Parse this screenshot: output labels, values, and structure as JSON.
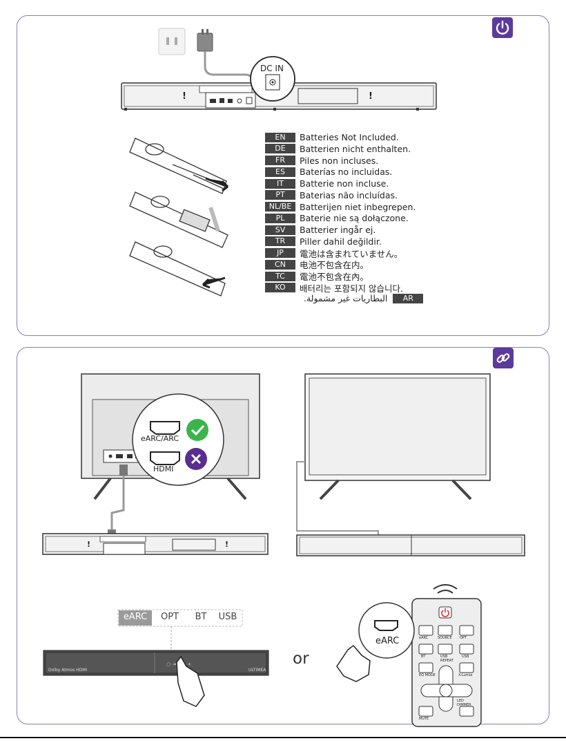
{
  "colors": {
    "accent": "#5b3a9c",
    "check": "#3bb54a",
    "cross": "#5b2d8e",
    "dark_tag": "#444444",
    "power_red": "#e0242b"
  },
  "power_section": {
    "icon": "power-icon",
    "dc_in_label": "DC IN",
    "languages": [
      {
        "code": "EN",
        "text": "Batteries Not Included."
      },
      {
        "code": "DE",
        "text": "Batterien nicht enthalten."
      },
      {
        "code": "FR",
        "text": "Piles non incluses."
      },
      {
        "code": "ES",
        "text": "Baterías no incluidas."
      },
      {
        "code": "IT",
        "text": "Batterie non incluse."
      },
      {
        "code": "PT",
        "text": "Baterias não incluídas."
      },
      {
        "code": "NL/BE",
        "text": "Batterijen niet inbegrepen."
      },
      {
        "code": "PL",
        "text": "Baterie nie są dołączone."
      },
      {
        "code": "SV",
        "text": "Batterier ingår ej."
      },
      {
        "code": "TR",
        "text": "Piller dahil değildir."
      },
      {
        "code": "JP",
        "text": "電池は含まれていません。"
      },
      {
        "code": "CN",
        "text": "电池不包含在内。"
      },
      {
        "code": "TC",
        "text": "電池不包含在內。"
      },
      {
        "code": "KO",
        "text": "배터리는 포함되지 않습니다."
      }
    ],
    "arabic": {
      "code": "AR",
      "text": "البطاريات غير مشمولة."
    }
  },
  "connection_section": {
    "icon": "link-icon",
    "earc_arc_label": "eARC/ARC",
    "hdmi_label": "HDMI",
    "source_options": [
      "eARC",
      "OPT",
      "BT",
      "USB"
    ],
    "or_label": "or",
    "remote_earc_label": "eARC",
    "soundbar_front": {
      "left_logos": "Dolby Atmos  HDMI",
      "right_logo": "ULTIMEA"
    },
    "remote_buttons": [
      {
        "label": "eARC",
        "icon": "hdmi-icon"
      },
      {
        "label": "SOURCE",
        "icon": "source-icon"
      },
      {
        "label": "OPT",
        "icon": "optical-icon"
      },
      {
        "label": "BT",
        "icon": "bluetooth-icon"
      },
      {
        "label": "USB REPEAT",
        "icon": "repeat-icon"
      },
      {
        "label": "USB",
        "icon": "usb-icon"
      },
      {
        "label": "EQ MODE",
        "icon": "eq-icon"
      },
      {
        "label": "X-Lumia",
        "icon": "x-icon"
      },
      {
        "label": "MUTE",
        "icon": "mute-icon"
      },
      {
        "label": "LED DIMMER",
        "icon": "bulb-icon"
      }
    ]
  }
}
